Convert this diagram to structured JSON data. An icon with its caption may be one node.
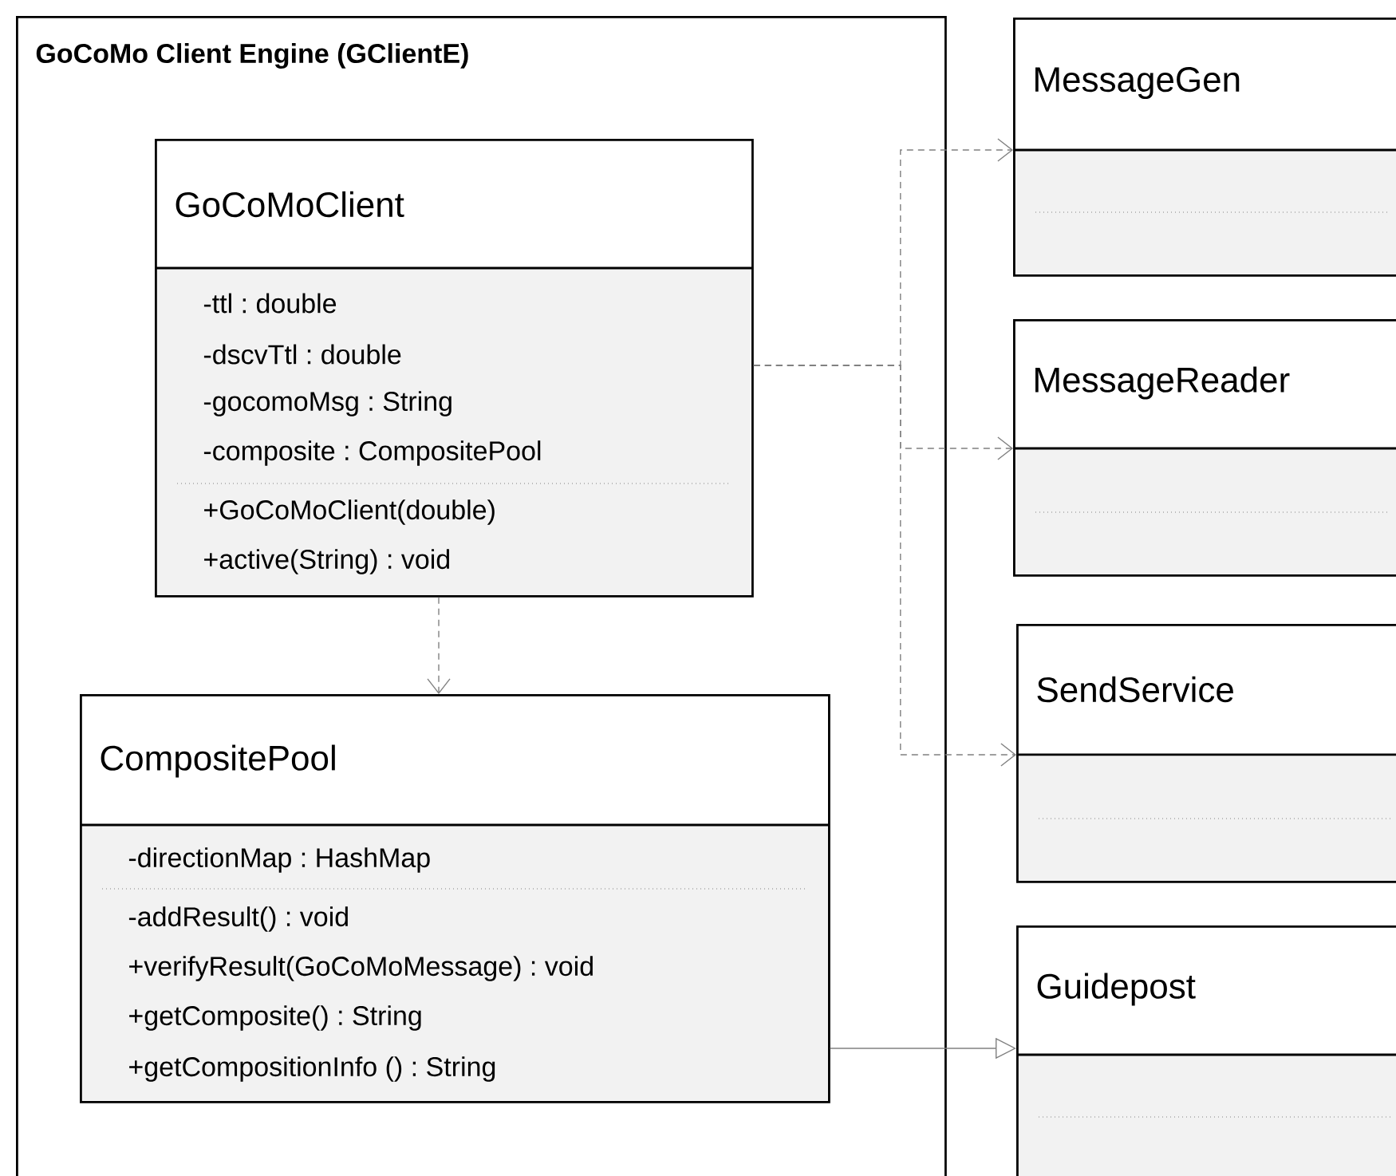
{
  "diagram": {
    "nodes": [
      {
        "text": [
          "GoCoMo Client Engine (GClientE)"
        ]
      },
      {
        "text": [
          "GoCoMoClient",
          "-ttl : double",
          "-dscvTtl : double",
          "-gocomoMsg : String",
          "-composite : CompositePool",
          "+GoCoMoClient(double)",
          "+active(String) : void"
        ],
        "in": 0
      },
      {
        "text": [
          "CompositePool",
          "-directionMap : HashMap",
          "-addResult() : void",
          "+verifyResult(GoCoMoMessage) : void",
          "+getComposite() : String",
          "+getCompositionInfo () : String"
        ],
        "in": 0
      },
      {
        "text": [
          "MessageGen"
        ]
      },
      {
        "text": [
          "MessageReader"
        ]
      },
      {
        "text": [
          "SendService"
        ]
      },
      {
        "text": [
          "Guidepost"
        ]
      }
    ],
    "edges": [
      {
        "from": 1,
        "to": 2,
        "arrow": "to",
        "style": "dashed"
      },
      {
        "from": 1,
        "to": 3,
        "arrow": "to",
        "style": "dashed"
      },
      {
        "from": 1,
        "to": 4,
        "arrow": "to",
        "style": "dashed"
      },
      {
        "from": 1,
        "to": 5,
        "arrow": "to",
        "style": "dashed"
      },
      {
        "from": 2,
        "to": 6,
        "arrow": "to"
      }
    ]
  }
}
